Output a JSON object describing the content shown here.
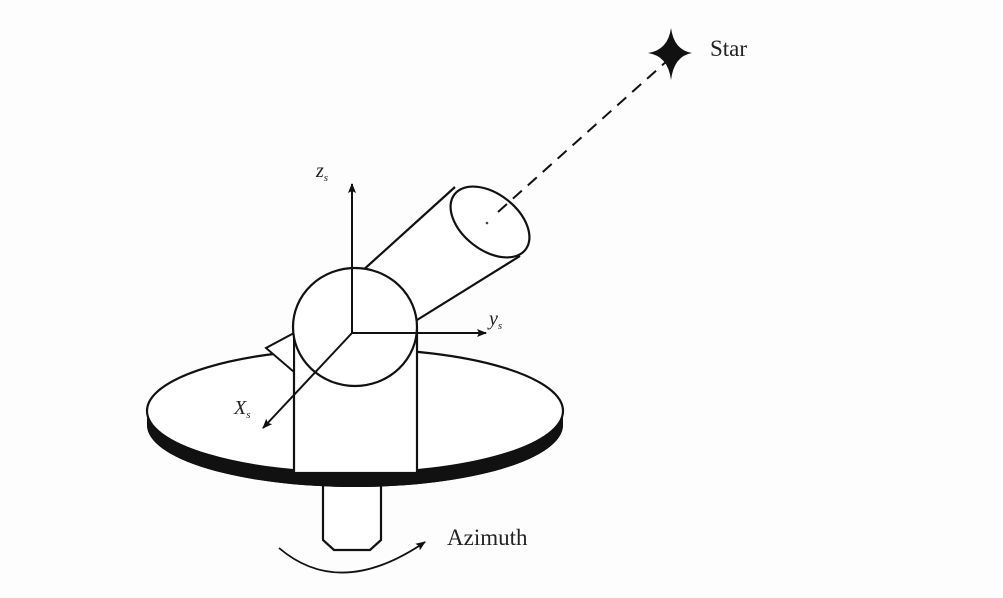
{
  "diagram": {
    "title": "Alt-azimuth telescope mount with sensor frame",
    "labels": {
      "star": "Star",
      "azimuth": "Azimuth",
      "z_axis": "z",
      "z_sub": "s",
      "y_axis": "y",
      "y_sub": "s",
      "x_axis": "X",
      "x_sub": "s"
    },
    "elements": [
      "star",
      "line-of-sight (dashed)",
      "telescope tube",
      "altitude axle sphere",
      "fork pillar",
      "azimuth turntable disc",
      "base post",
      "azimuth rotation arrow",
      "coordinate axes x_s y_s z_s"
    ],
    "colors": {
      "stroke": "#111111",
      "background": "#fdfdfd",
      "fill": "#ffffff"
    }
  }
}
